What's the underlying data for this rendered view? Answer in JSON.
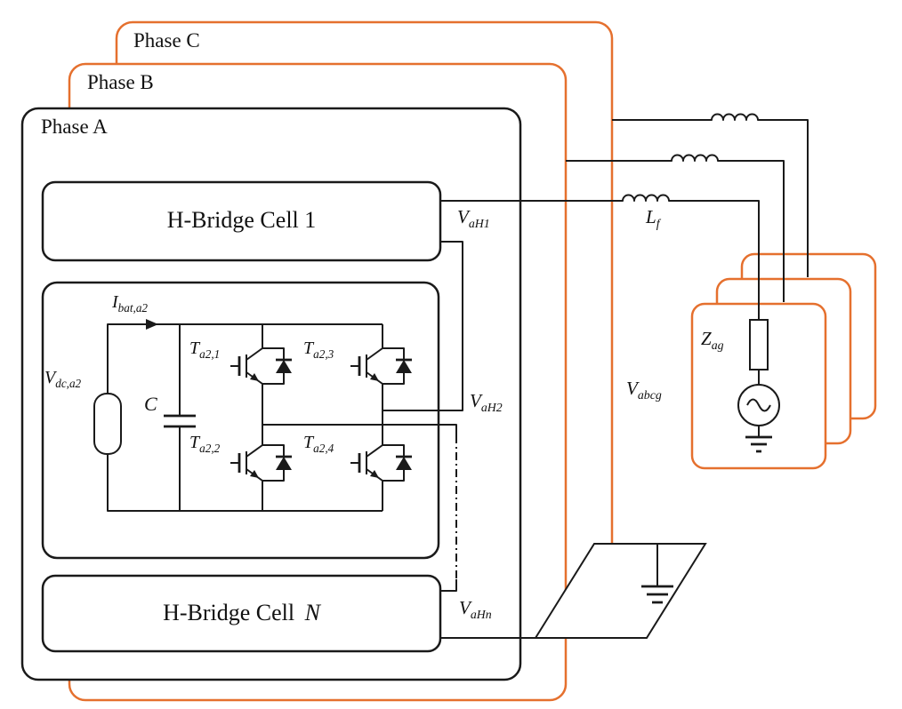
{
  "colors": {
    "phase_box_orange": "#E5702E",
    "line_black": "#1A1A1A",
    "background": "#FFFFFF"
  },
  "phases": {
    "a": "Phase A",
    "b": "Phase B",
    "c": "Phase C"
  },
  "cells": {
    "cell1": "H-Bridge Cell 1",
    "cellN_text": "H-Bridge Cell",
    "cellN_var": "N"
  },
  "labels": {
    "vaH1": {
      "base": "V",
      "sub": "aH1"
    },
    "vaH2": {
      "base": "V",
      "sub": "aH2"
    },
    "vaHn": {
      "base": "V",
      "sub": "aHn"
    },
    "vdc": {
      "base": "V",
      "sub": "dc,a2"
    },
    "ibat": {
      "base": "I",
      "sub": "bat,a2"
    },
    "cap": {
      "base": "C"
    },
    "t1": {
      "base": "T",
      "sub": "a2,1"
    },
    "t2": {
      "base": "T",
      "sub": "a2,2"
    },
    "t3": {
      "base": "T",
      "sub": "a2,3"
    },
    "t4": {
      "base": "T",
      "sub": "a2,4"
    },
    "lf": {
      "base": "L",
      "sub": "f"
    },
    "zag": {
      "base": "Z",
      "sub": "ag"
    },
    "vabcg": {
      "base": "V",
      "sub": "abcg"
    }
  }
}
